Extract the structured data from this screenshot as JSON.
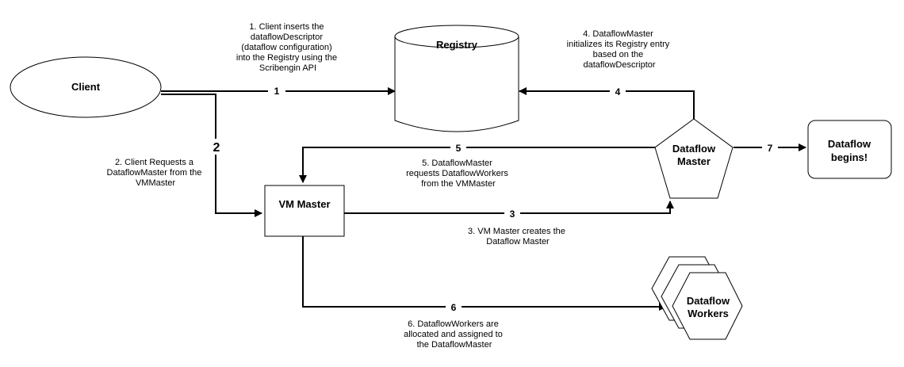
{
  "colors": {
    "stroke": "#000000",
    "fill": "#ffffff",
    "text": "#000000"
  },
  "nodes": {
    "client": {
      "label": "Client"
    },
    "registry": {
      "label": "Registry"
    },
    "vm_master": {
      "label": "VM Master"
    },
    "dataflow_master": {
      "line1": "Dataflow",
      "line2": "Master"
    },
    "dataflow_begins": {
      "line1": "Dataflow",
      "line2": "begins!"
    },
    "dataflow_workers": {
      "line1": "Dataflow",
      "line2": "Workers"
    }
  },
  "edges": {
    "e1": {
      "label": "1"
    },
    "e2": {
      "label": "2"
    },
    "e3": {
      "label": "3"
    },
    "e4": {
      "label": "4"
    },
    "e5": {
      "label": "5"
    },
    "e6": {
      "label": "6"
    },
    "e7": {
      "label": "7"
    }
  },
  "notes": {
    "step1": [
      "1. Client inserts the",
      "dataflowDescriptor",
      "(dataflow configuration)",
      "into the Registry using the",
      "Scribengin API"
    ],
    "step2": [
      "2. Client Requests a",
      "DataflowMaster from the",
      "VMMaster"
    ],
    "step3": [
      "3. VM Master creates the",
      "Dataflow Master"
    ],
    "step4": [
      "4. DataflowMaster",
      "initializes its Registry entry",
      "based on the",
      "dataflowDescriptor"
    ],
    "step5": [
      "5. DataflowMaster",
      "requests DataflowWorkers",
      "from the VMMaster"
    ],
    "step6": [
      "6. DataflowWorkers are",
      "allocated and assigned to",
      "the DataflowMaster"
    ]
  }
}
